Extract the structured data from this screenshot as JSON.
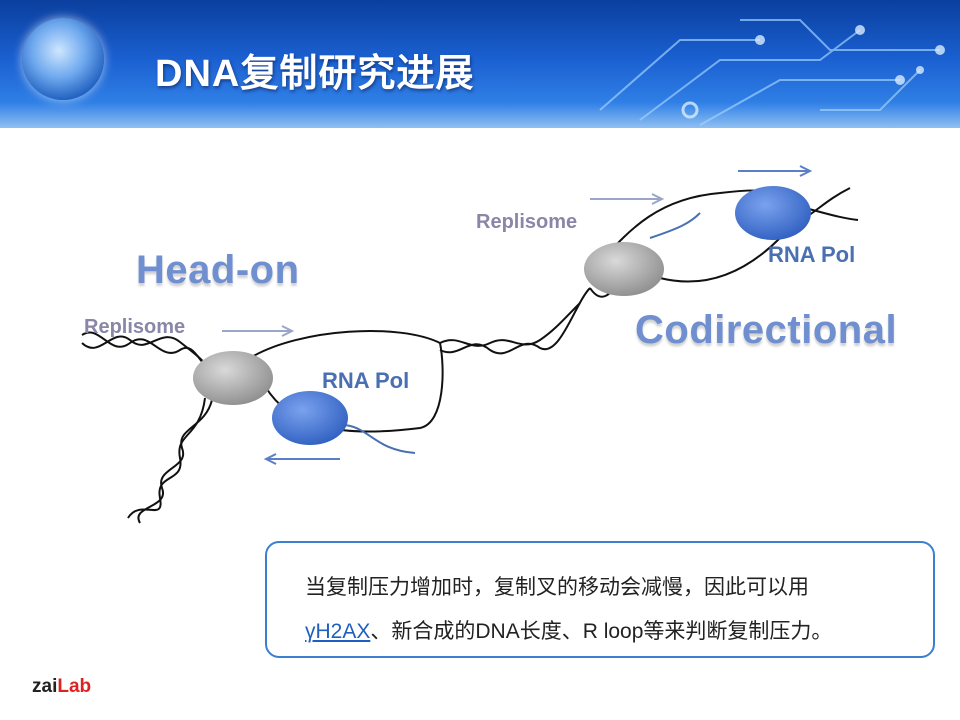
{
  "slide": {
    "title": "DNA复制研究进展"
  },
  "diagram": {
    "head_on_label": "Head-on",
    "codirectional_label": "Codirectional",
    "head_on_replisome_label": "Replisome",
    "head_on_rna_pol_label": "RNA Pol",
    "codirectional_replisome_label": "Replisome",
    "codirectional_rna_pol_label": "RNA Pol"
  },
  "note": {
    "line1": "当复制压力增加时，复制叉的移动会减慢，因此可以用",
    "line2_link": "γH2AX",
    "line2_rest": "、新合成的DNA长度、R loop等来判断复制压力。"
  },
  "footer": {
    "logo_text": "zai",
    "logo_suffix": "Lab"
  },
  "colors": {
    "header_blue": "#1a5fd0",
    "label_blue": "#6f8fd0",
    "rna_pol_blue": "#4a78d0",
    "replisome_gray": "#a9a9a9",
    "note_border": "#3b7fd0"
  }
}
